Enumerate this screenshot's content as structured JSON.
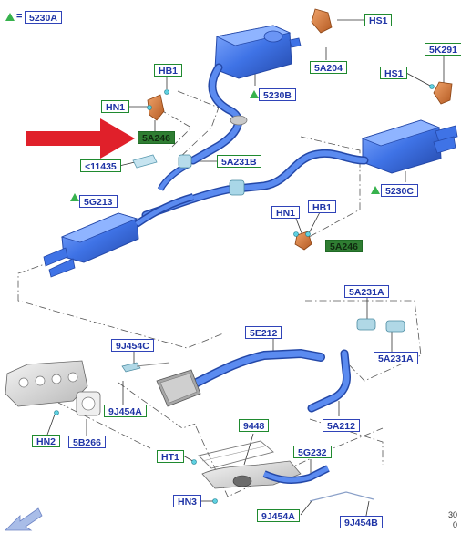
{
  "legend": {
    "symbol": "=",
    "part": "5230A"
  },
  "labels": {
    "HB1_top": "HB1",
    "HN1_top": "HN1",
    "A246_top": "5A246",
    "A11435": "<11435",
    "A231B": "5A231B",
    "G213": "5G213",
    "B230B": "5230B",
    "A204": "5A204",
    "HS1_top": "HS1",
    "K291": "5K291",
    "HS1_right": "HS1",
    "C230": "5230C",
    "HN1_mid": "HN1",
    "HB1_mid": "HB1",
    "A246_mid": "5A246",
    "A231A_top": "5A231A",
    "A231A_bot": "5A231A",
    "E212": "5E212",
    "J454C": "9J454C",
    "J454A_left": "9J454A",
    "A212": "5A212",
    "HN2": "HN2",
    "B266": "5B266",
    "P9448": "9448",
    "HT1": "HT1",
    "G232": "5G232",
    "HN3": "HN3",
    "J454A_bot": "9J454A",
    "J454B": "9J454B"
  },
  "page": {
    "line1": "30",
    "line2": "0"
  },
  "colors": {
    "pipe": "#3f73e6",
    "pipe_dark": "#2b57c4",
    "pipe_light": "#7aa6ff",
    "bracket": "#d27a3c",
    "label_blue": "#1f34a6",
    "label_green": "#1f8a2f",
    "highlight": "#2f7d32",
    "arrow": "#e0202a",
    "triangle": "#37b24d"
  }
}
